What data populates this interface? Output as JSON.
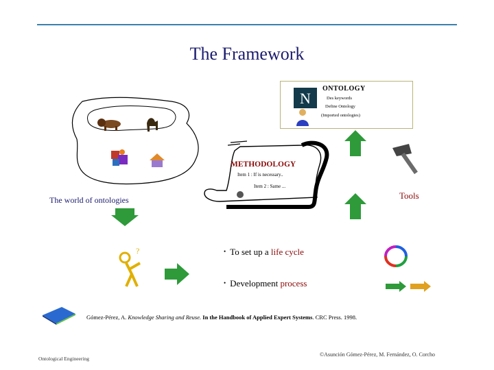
{
  "slide": {
    "title": "The Framework",
    "ontology_panel": {
      "heading": "ONTOLOGY",
      "line1": "Des keywords",
      "line2": "Define Ontology",
      "line3": "(Imported ontologies)"
    },
    "methodology": {
      "heading": "METHODOLOGY",
      "item1": "Item 1 : If is necessary..",
      "item2": "Item 2 : Same ..."
    },
    "world_label": "The world of ontologies",
    "tools_label": "Tools",
    "bullets": [
      {
        "text": "To set up a",
        "accent": "life cycle"
      },
      {
        "text": "Development",
        "accent": "process"
      }
    ],
    "reference": {
      "authors": "Gómez-Pérez, A.",
      "work": "Knowledge Sharing and Reuse.",
      "book": "In the Handbook of Applied Expert Systems",
      "tail": ". CRC Press. 1998."
    },
    "footer_left": "Ontological Engineering",
    "footer_right": "©Asunción Gómez-Pérez, M. Fernández, O. Corcho"
  },
  "colors": {
    "title": "#1b1b6e",
    "accent_red": "#8a0a0a",
    "arrow_green": "#2e9a3a",
    "rule": "#3a7fae"
  },
  "icons": [
    "netscape-icon",
    "person-icon",
    "lion-icon",
    "camel-icon",
    "chemistry-icon",
    "house-icon",
    "scroll-icon",
    "hammer-icon",
    "thinking-person-icon",
    "book-icon",
    "cycle-icon"
  ]
}
